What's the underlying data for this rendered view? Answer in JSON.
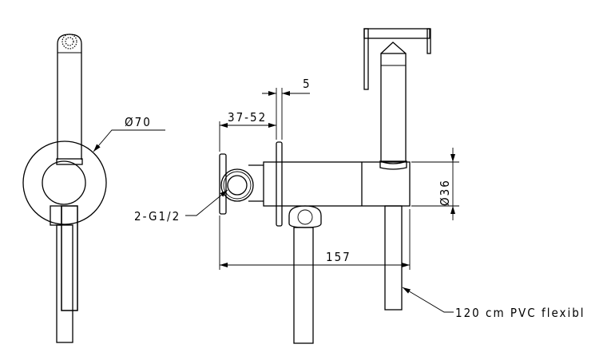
{
  "drawing": {
    "title": "Bidet shower set technical drawing",
    "dimensions": {
      "rosette_diameter": "Ø70",
      "plate_thickness": "5",
      "wall_depth": "37-52",
      "connection": "2-G1/2",
      "total_length": "157",
      "body_diameter": "Ø36",
      "hose": "120 cm PVC flexibl"
    },
    "line_color": "#000000",
    "background": "#ffffff"
  }
}
